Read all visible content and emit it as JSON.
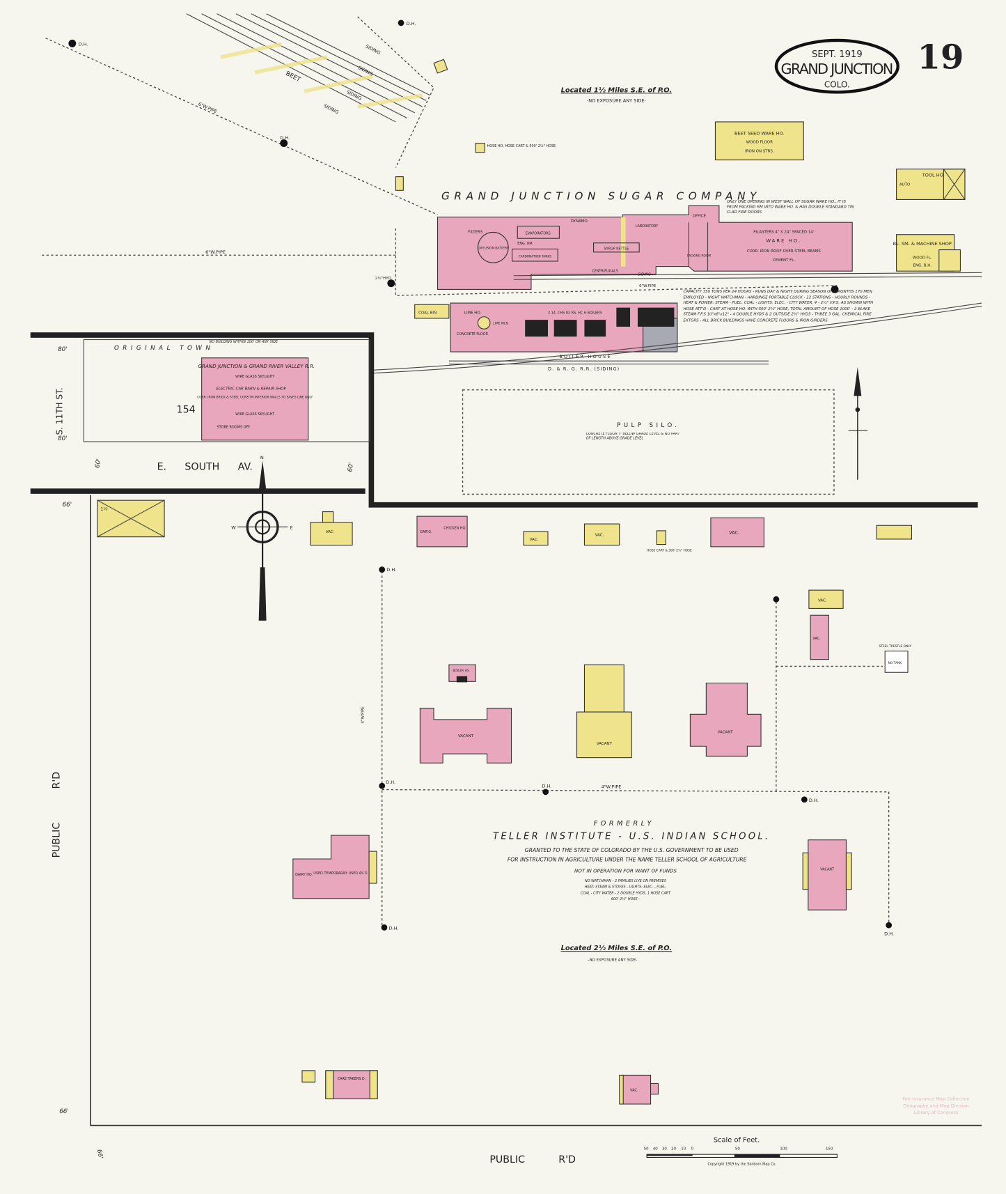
{
  "title_block": {
    "date": "SEPT. 1919",
    "city": "GRAND JUNCTION",
    "state": "COLO."
  },
  "sheet_number": "19",
  "located_top": {
    "text": "Located 1½ Miles S.E. of P.O.",
    "sub": "-NO EXPOSURE ANY SIDE-"
  },
  "located_bottom": {
    "text": "Located 2½ Miles S.E. of P.O.",
    "sub": "-NO EXPOSURE ANY SIDE-"
  },
  "beet_siding": {
    "beet": "BEET",
    "sidings": [
      "SIDING",
      "SIDING",
      "SIDING",
      "SIDING"
    ]
  },
  "pipes": {
    "p6_a": "6\"W.PIPE",
    "p6_b": "6\"W.PIPE",
    "p6_c": "6\"W.PIPE",
    "p4": "4\"W.PIPE",
    "p4_b": "4\"W.PIPE",
    "hyd": "2½\"HYD."
  },
  "dh": "D.H.",
  "sugar_company": {
    "name": "GRAND JUNCTION SUGAR COMPANY",
    "west_wall_note": "ONLY ONE OPENING IN WEST WALL OF SUGAR WARE HO., IT IS FROM PACKING RM INTO WARE HO. & HAS DOUBLE STANDARD TIN CLAD FIRE DOORS",
    "rooms": {
      "filters": "FILTERS",
      "dynamo": "DYNAMO",
      "evaporators": "EVAPORATORS",
      "eng_rm": "ENG. RM.",
      "diffusion": "DIFFUSION BATTERY",
      "carbonation": "CARBONATION TANKS",
      "syrup": "SYRUP KETTLE",
      "centrifugals": "CENTRIFUGALS",
      "laboratory": "LABORATORY",
      "office": "OFFICE",
      "packing": "PACKING ROOM",
      "siding": "SIDING"
    },
    "warehouse": {
      "l1": "PILASTERS 4\" X 24\" SPACED 14'",
      "l2": "WARE HO.",
      "l3": "CORR. IRON ROOF OVER STEEL BEAMS",
      "l4": "CEMENT FL."
    },
    "beet_seed": {
      "l1": "BEET SEED WARE HO.",
      "l2": "WOOD FLOOR",
      "l3": "IRON ON STRS."
    },
    "hose_house": "HOSE HO. HOSE CART & 500' 2½\" HOSE",
    "tool_house": {
      "label": "TOOL HO.",
      "auto": "AUTO"
    },
    "machine_shop": {
      "l1": "BL. SM. & MACHINE SHOP",
      "l2": "WOOD FL.",
      "l3": "ENG. B.H."
    },
    "capacity_note": "CAPACITY 350 TONS PER 24 HOURS - RUNS DAY & NIGHT DURING SEASON OF 4 MONTHS 170 MEN EMPLOYED - NIGHT WATCHMAN - HARDINGE PORTABLE CLOCK - 12 STATIONS - HOURLY ROUNDS - HEAT & POWER: STEAM - FUEL: COAL - LIGHTS: ELEC. - CITY WATER, 4 - 2½\" V.P.S. AS SHOWN WITH HOSE ATT'D - CART AT HOSE HO. WITH 500' 2½\" HOSE, TOTAL AMOUNT OF HOSE 1000' - 2 BLAKE STEAM F.P.S 10\"x6\"x12\" - 4 DOUBLE HYDS & 2 OUTSIDE 2½\" HYDS - THREE 3 GAL. CHEMICAL FIRE EXTGRS - ALL BRICK BUILDINGS HAVE CONCRETE FLOORS & IRON GIRDERS",
    "boiler": {
      "coal_bin": "COAL BIN",
      "lime": "LIME HO.",
      "lime_kiln": "LIME KILN",
      "concrete": "CONCRETE FLOOR",
      "boilers": "2 14. CHS 82 RS. HC 6 BOILERS",
      "label": "BOILER HOUSE"
    },
    "rr_siding": "D. & R. G. R.R. (SIDING)"
  },
  "pulp_silo": {
    "label": "PULP SILO.",
    "note": "CONCRETE FLOOR 7' BELOW GRADE LEVEL & NO PART OF LENGTH ABOVE GRADE LEVEL"
  },
  "original_town": {
    "heading": "ORIGINAL TOWN",
    "no_building": "NO BUILDING WITHIN 100' ON ANY SIDE",
    "block": "154",
    "rr": "GRAND JUNCTION & GRAND RIVER VALLEY R.R.",
    "shop": "ELECTRIC CAR BARN & REPAIR SHOP",
    "construction": "CORR. IRON BRICK & STEEL CONS'TN INTERIOR WALLS TO EAVES LINE ONLY",
    "skylight": "WIRE GLASS SKYLIGHT",
    "rooms": "STORE ROOMS  OFF."
  },
  "streets": {
    "eleventh": "S. 11TH ST.",
    "south_av": "E. SOUTH AV.",
    "public_rd_left": "PUBLIC R'D",
    "public_rd_bottom": "PUBLIC R'D"
  },
  "widths": {
    "w80": "80'",
    "w60": "60'",
    "w66": "66'"
  },
  "compass": {
    "n": "N",
    "e": "E",
    "w": "W"
  },
  "small_buildings": {
    "vac": "VAC.",
    "vacant": "VACANT",
    "garage": "GAR'G.",
    "chicken": "CHICKEN HO.",
    "hose_cart": "HOSE CART & 300' 2½\" HOSE",
    "steel_trestle": "STEEL TRESTLE ONLY",
    "no_tank": "NO TANK",
    "boiler_hs": "BOILER HS.",
    "dairy": "DAIRY HO.",
    "dormitory": "USED TEMPORARILY USED AS D.",
    "caretaker": "CARE TAKERS D.",
    "one_half": "1½"
  },
  "teller": {
    "formerly": "FORMERLY",
    "name": "TELLER INSTITUTE - U.S. INDIAN SCHOOL.",
    "granted_1": "GRANTED TO THE STATE OF COLORADO BY THE U.S. GOVERNMENT TO BE USED",
    "granted_2": "FOR INSTRUCTION IN AGRICULTURE UNDER THE NAME TELLER SCHOOL OF AGRICULTURE",
    "not_operating": "NOT IN OPERATION FOR WANT OF FUNDS",
    "n1": "NO WATCHMAN - 2 FAMILIES LIVE ON PREMISES",
    "n2": "HEAT: STEAM & STOVES - LIGHTS: ELEC. - FUEL:",
    "n3": "COAL - CITY WATER - 2 DOUBLE HYDS, 1 HOSE CART",
    "n4": "600' 2½\" HOSE -"
  },
  "scale": {
    "title": "Scale of Feet.",
    "ticks": [
      "50",
      "40",
      "30",
      "20",
      "10",
      "0",
      "50",
      "100",
      "150"
    ],
    "copyright": "Copyright 1919 by the Sanborn Map Co."
  },
  "stamp": {
    "l1": "Fire Insurance Map Collection",
    "l2": "Geography and Map Division",
    "l3": "Library of Congress"
  },
  "colors": {
    "brick": "#e8a7bd",
    "frame": "#efe38c",
    "iron": "#a9a9b3",
    "paper": "#f6f5ee"
  }
}
